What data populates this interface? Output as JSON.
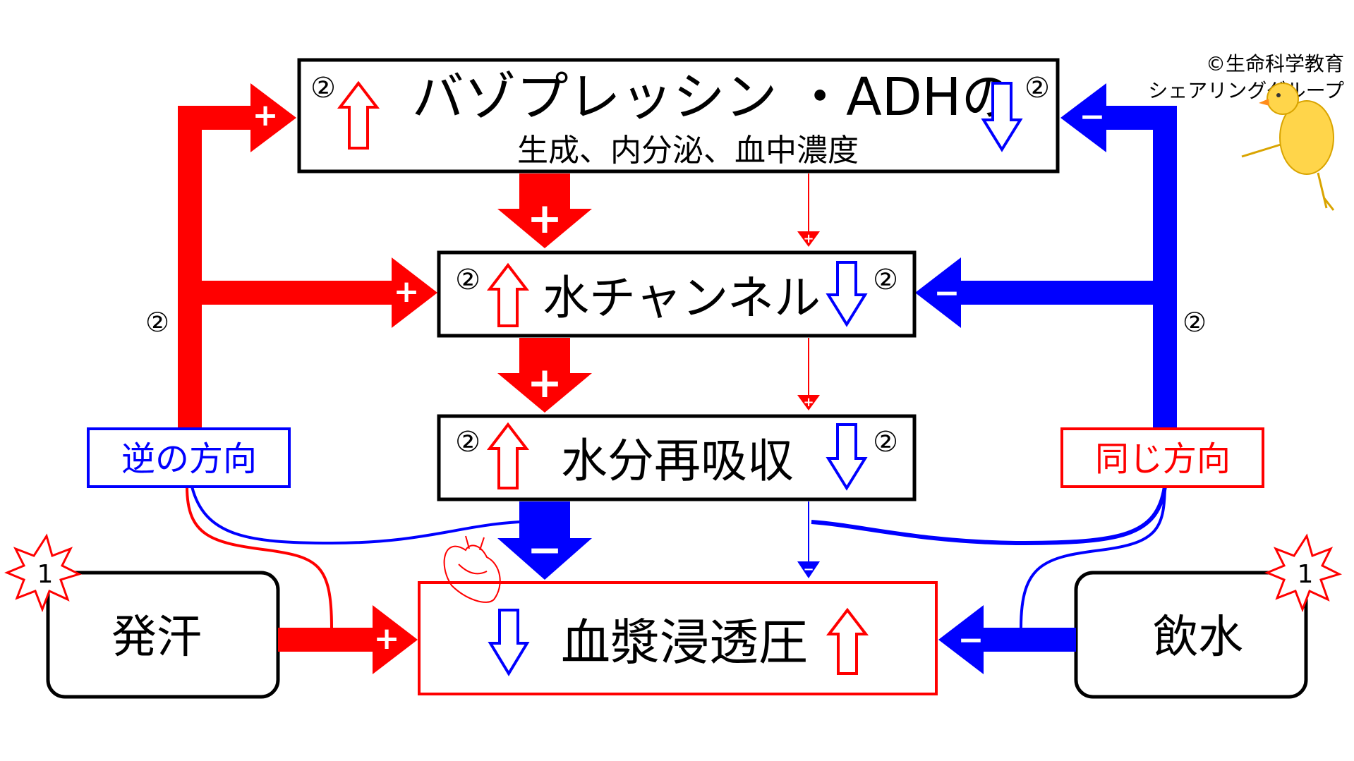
{
  "copyright": {
    "line1": "©生命科学教育",
    "line2": "シェアリンググループ"
  },
  "nodes": {
    "vasopressin": {
      "title": "バゾプレッシン ・ADHの",
      "subtitle": "生成、内分泌、血中濃度",
      "marker": "②"
    },
    "aquaporin": {
      "title": "水チャンネル",
      "marker": "②"
    },
    "reabsorption": {
      "title": "水分再吸収",
      "marker": "②"
    },
    "osmolality": {
      "title": "血漿浸透圧"
    },
    "sweating": {
      "title": "発汗",
      "badge": "1"
    },
    "drinking": {
      "title": "飲水",
      "badge": "1"
    }
  },
  "labels": {
    "opposite": "逆の方向",
    "same": "同じ方向",
    "left_marker": "②",
    "right_marker": "②"
  },
  "signs": {
    "plus": "+",
    "minus": "−"
  },
  "colors": {
    "red": "#ff0000",
    "blue": "#0000ff",
    "black": "#000000",
    "white": "#ffffff"
  },
  "icons": [
    "up-arrow-icon",
    "down-arrow-icon",
    "plus-icon",
    "minus-icon",
    "star-badge-icon",
    "heart-icon",
    "chick-icon"
  ]
}
